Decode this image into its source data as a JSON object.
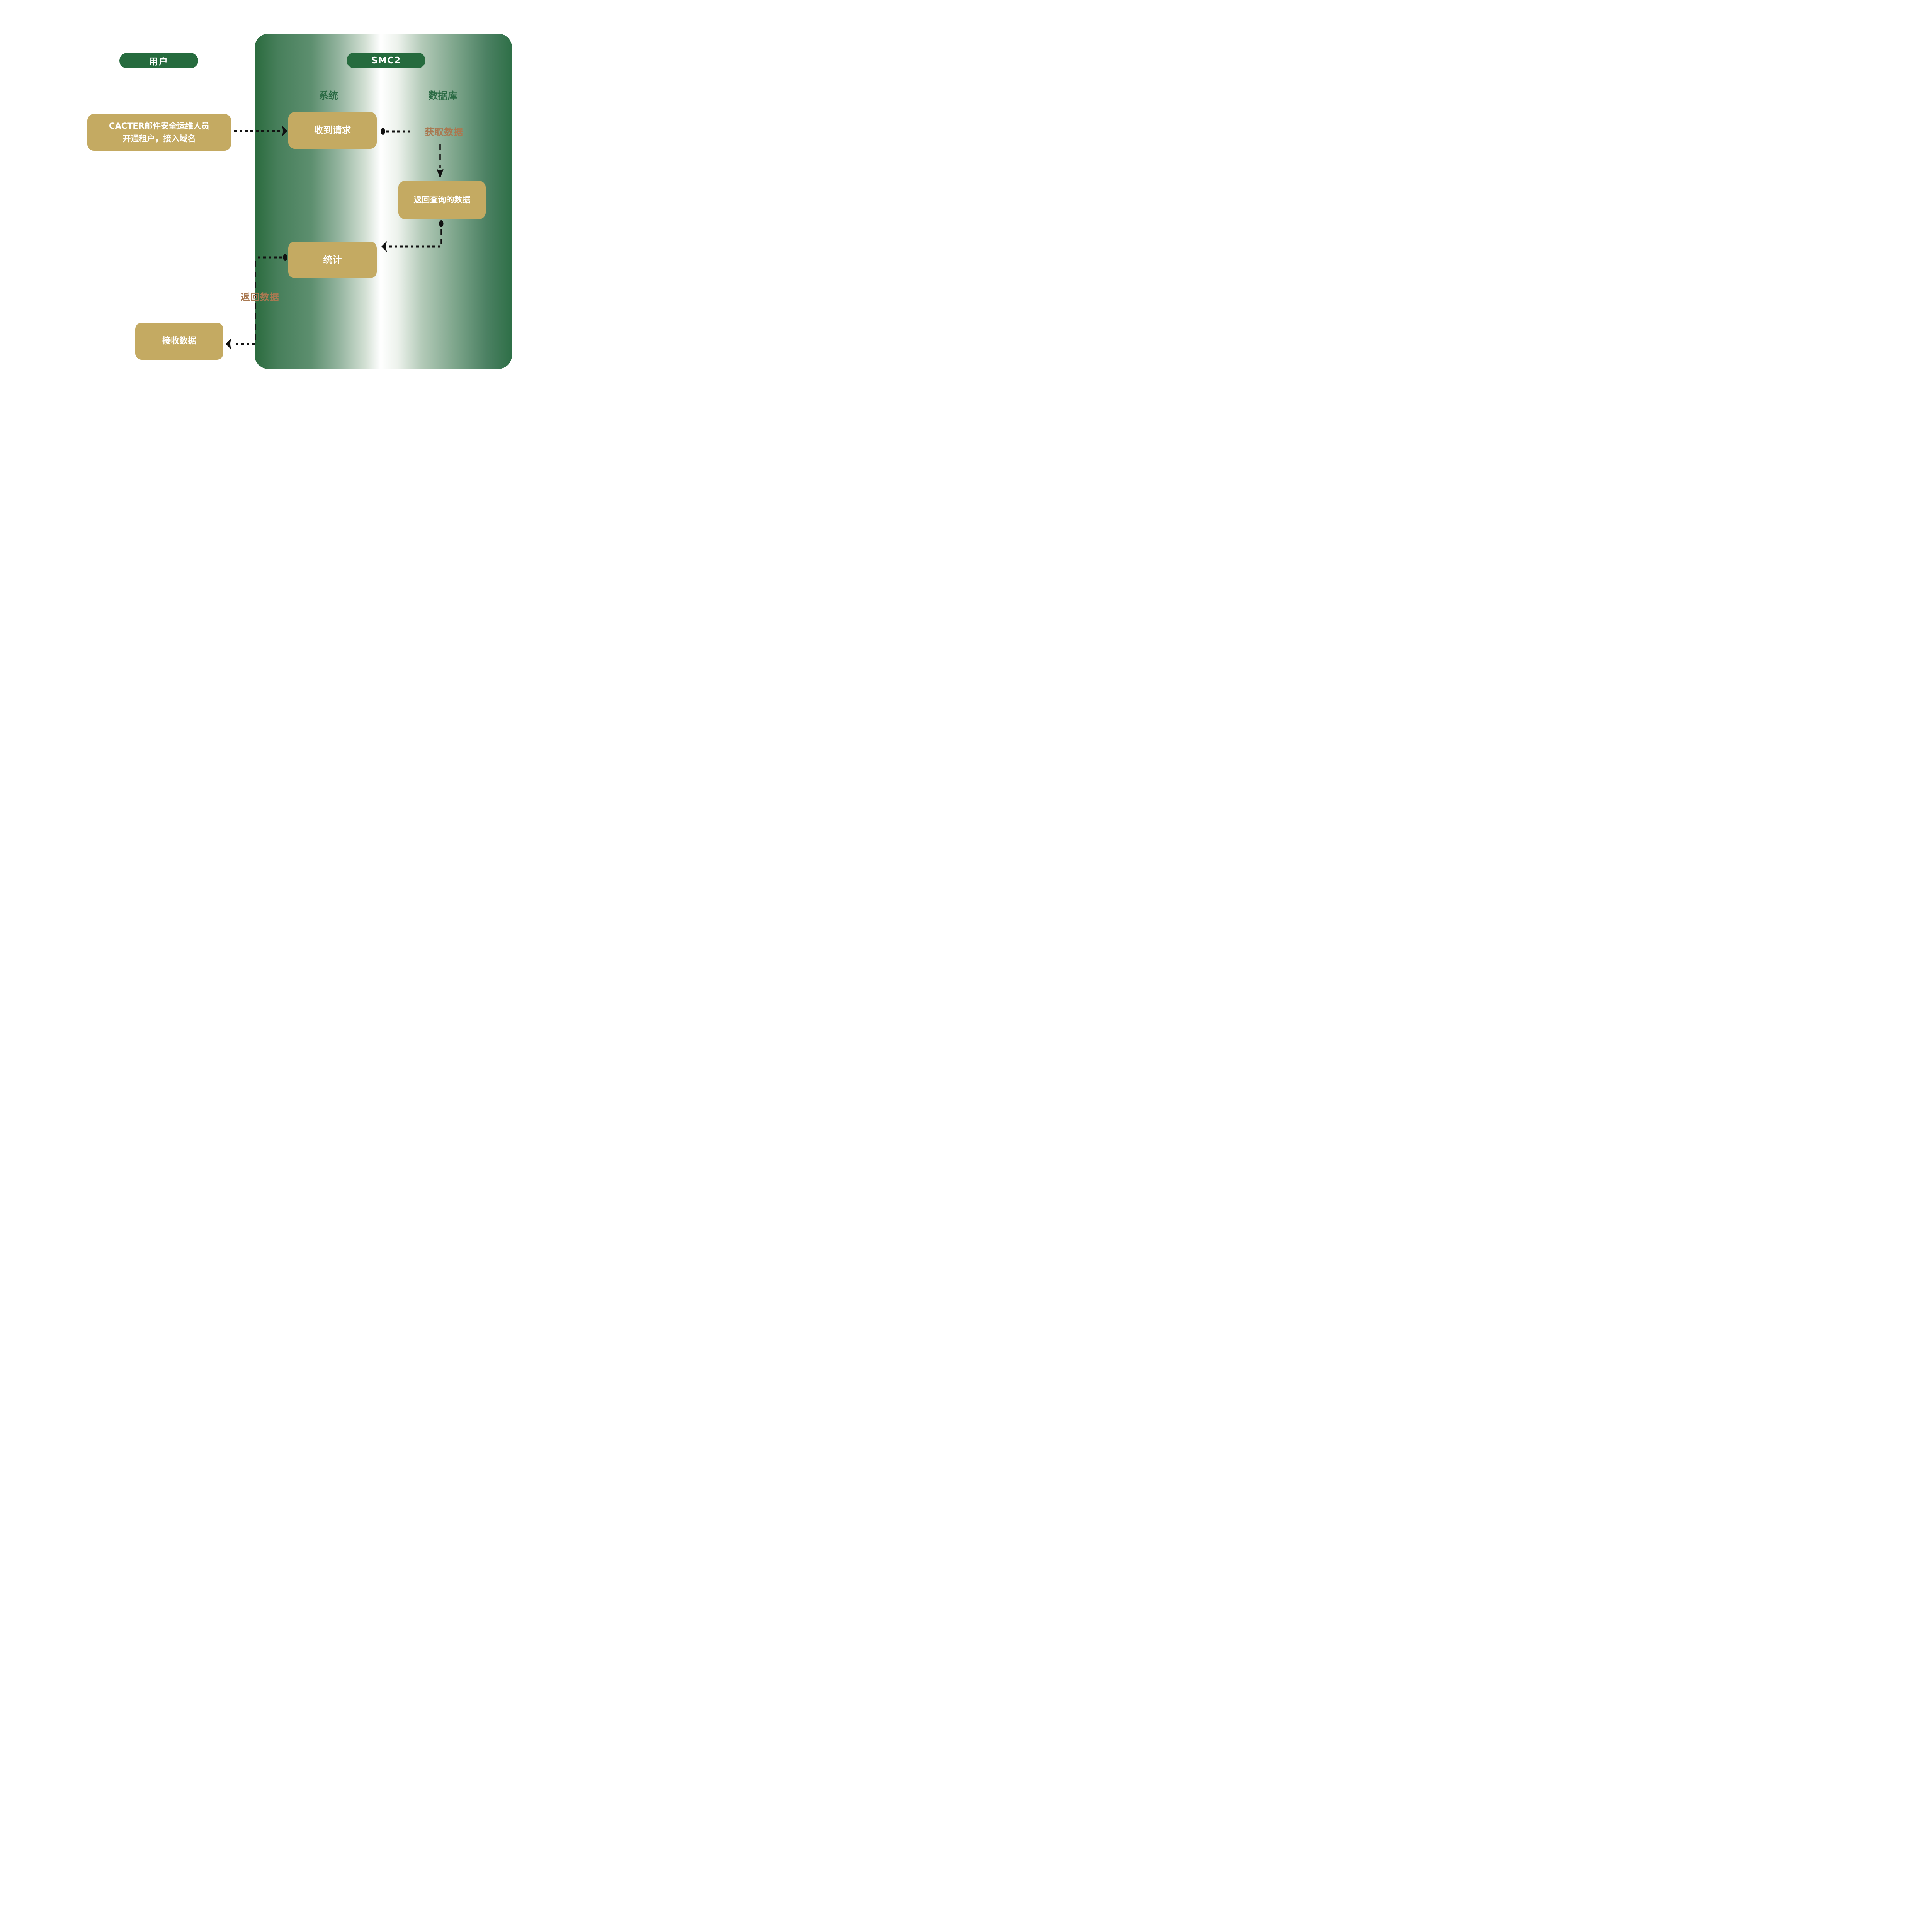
{
  "actors": {
    "user": "用户",
    "smc2": "SMC2"
  },
  "columns": {
    "system": "系统",
    "database": "数据库"
  },
  "nodes": {
    "cacter": {
      "line1": "CACTER邮件安全运维人员",
      "line2": "开通租户，接入域名"
    },
    "received": "收到请求",
    "returned": "返回查询的数据",
    "stats": "统计",
    "receive": "接收数据"
  },
  "edge_labels": {
    "fetch": "获取数据",
    "return": "返回数据"
  },
  "colors": {
    "pill-green": "#266b3e",
    "header-green": "#2c6b45",
    "box-tan": "#c4aa62",
    "label-brown": "#a97952",
    "connector": "#111111",
    "container-edge": "#2b6b3e"
  }
}
